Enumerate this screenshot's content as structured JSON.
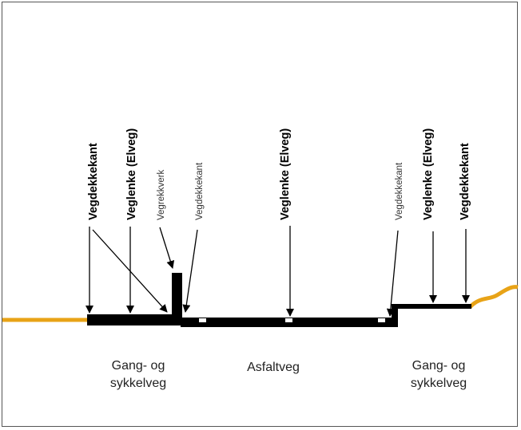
{
  "labels": {
    "vegdekkekant_left_outer": "Vegdekkekant",
    "veglenke_left": "Veglenke (Elveg)",
    "vegrekkverk": "Vegrekkverk",
    "vegdekkekant_left_inner": "Vegdekkekant",
    "veglenke_center": "Veglenke (Elveg)",
    "vegdekkekant_right_inner": "Vegdekkekant",
    "veglenke_right": "Veglenke (Elveg)",
    "vegdekkekant_right_outer": "Vegdekkekant"
  },
  "areas": {
    "left_line1": "Gang- og",
    "left_line2": "sykkelveg",
    "center": "Asfaltveg",
    "right_line1": "Gang- og",
    "right_line2": "sykkelveg"
  },
  "colors": {
    "terrain": "#E8A317",
    "road": "#000000",
    "marker": "#ffffff"
  }
}
